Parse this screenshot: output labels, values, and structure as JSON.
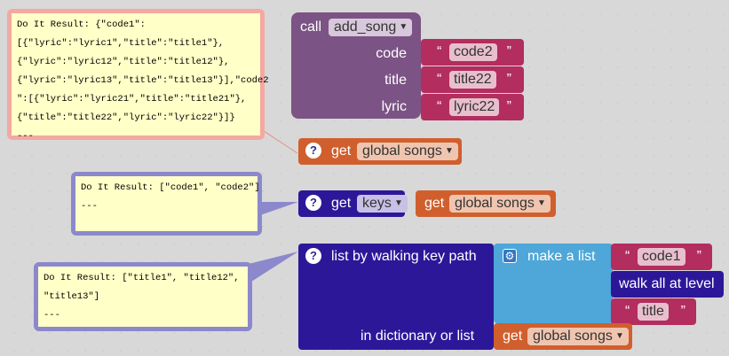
{
  "comments": {
    "c1": {
      "lines": [
        "Do It Result: {\"code1\":",
        "[{\"lyric\":\"lyric1\",\"title\":\"title1\"},",
        "{\"lyric\":\"lyric12\",\"title\":\"title12\"},",
        "{\"lyric\":\"lyric13\",\"title\":\"title13\"}],\"code2",
        "\":[{\"lyric\":\"lyric21\",\"title\":\"title21\"},",
        "{\"title\":\"title22\",\"lyric\":\"lyric22\"}]}",
        "---"
      ]
    },
    "c2": {
      "lines": [
        "Do It Result: [\"code1\", \"code2\"]",
        "---"
      ]
    },
    "c3": {
      "lines": [
        "Do It Result: [\"title1\", \"title12\",",
        "\"title13\"]",
        "---"
      ]
    }
  },
  "call_block": {
    "call_label": "call",
    "procedure": "add_song",
    "params": [
      {
        "label": "code",
        "value": "code2"
      },
      {
        "label": "title",
        "value": "title22"
      },
      {
        "label": "lyric",
        "value": "lyric22"
      }
    ]
  },
  "quote_open": "“",
  "quote_close": "”",
  "get1": {
    "get_label": "get",
    "var": "global songs"
  },
  "get2": {
    "get_label": "get",
    "method": "keys",
    "var_get_label": "get",
    "var": "global songs"
  },
  "walk": {
    "label": "list by walking key path",
    "make_list_label": "make a list",
    "item1": "code1",
    "walk_all": "walk all at level",
    "item3": "title",
    "in_label": "in dictionary or list",
    "get_label": "get",
    "var": "global songs"
  },
  "colors": {
    "procedure": "#7c5385",
    "text": "#b32d5e",
    "variable": "#d05f2d",
    "dictionary": "#2d1799",
    "list": "#4ea7d8",
    "comment_pink": "#f4a8a0",
    "comment_blue": "#8c88cc"
  }
}
